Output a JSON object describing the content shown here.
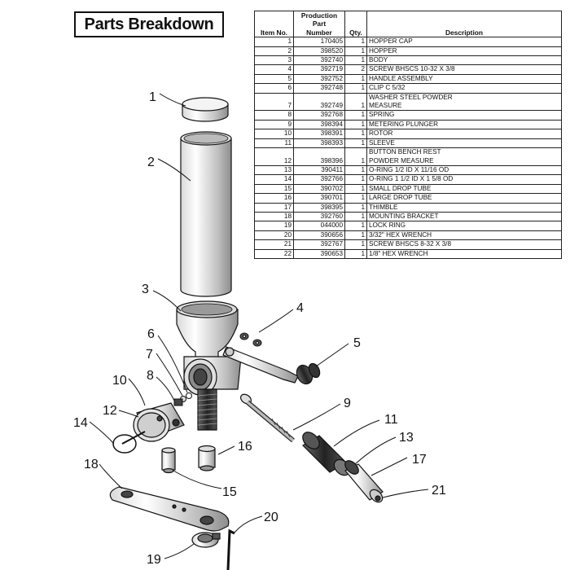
{
  "title": "Parts Breakdown",
  "table": {
    "headers": {
      "item": "Item No.",
      "part_line1": "Production Part",
      "part_line2": "Number",
      "qty": "Qty.",
      "desc": "Description"
    },
    "rows": [
      {
        "item": "1",
        "part": "170405",
        "qty": "1",
        "desc": "HOPPER CAP"
      },
      {
        "item": "2",
        "part": "398520",
        "qty": "1",
        "desc": "HOPPER"
      },
      {
        "item": "3",
        "part": "392740",
        "qty": "1",
        "desc": "BODY"
      },
      {
        "item": "4",
        "part": "392719",
        "qty": "2",
        "desc": "SCREW BHSCS 10-32 X 3/8"
      },
      {
        "item": "5",
        "part": "392752",
        "qty": "1",
        "desc": "HANDLE ASSEMBLY"
      },
      {
        "item": "6",
        "part": "392748",
        "qty": "1",
        "desc": "CLIP C 5/32"
      },
      {
        "item": "7",
        "part": "392749",
        "qty": "1",
        "desc": "WASHER STEEL POWDER MEASURE",
        "desc_line1": "WASHER STEEL POWDER",
        "desc_line2": "MEASURE"
      },
      {
        "item": "8",
        "part": "392768",
        "qty": "1",
        "desc": "SPRING"
      },
      {
        "item": "9",
        "part": "398394",
        "qty": "1",
        "desc": "METERING PLUNGER"
      },
      {
        "item": "10",
        "part": "398391",
        "qty": "1",
        "desc": "ROTOR"
      },
      {
        "item": "11",
        "part": "398393",
        "qty": "1",
        "desc": "SLEEVE"
      },
      {
        "item": "12",
        "part": "398396",
        "qty": "1",
        "desc": "BUTTON BENCH REST POWDER MEASURE",
        "desc_line1": "BUTTON BENCH REST",
        "desc_line2": "POWDER MEASURE"
      },
      {
        "item": "13",
        "part": "390411",
        "qty": "1",
        "desc": "O-RING 1/2 ID X 11/16 OD"
      },
      {
        "item": "14",
        "part": "392766",
        "qty": "1",
        "desc": "O-RING 1 1/2 ID X 1 5/8 OD"
      },
      {
        "item": "15",
        "part": "390702",
        "qty": "1",
        "desc": "SMALL DROP TUBE"
      },
      {
        "item": "16",
        "part": "390701",
        "qty": "1",
        "desc": "LARGE DROP TUBE"
      },
      {
        "item": "17",
        "part": "398395",
        "qty": "1",
        "desc": "THIMBLE"
      },
      {
        "item": "18",
        "part": "392760",
        "qty": "1",
        "desc": "MOUNTING BRACKET"
      },
      {
        "item": "19",
        "part": "044000",
        "qty": "1",
        "desc": "LOCK RING"
      },
      {
        "item": "20",
        "part": "390656",
        "qty": "1",
        "desc": "3/32\" HEX WRENCH"
      },
      {
        "item": "21",
        "part": "392767",
        "qty": "1",
        "desc": "SCREW BHSCS 8-32 X 3/8"
      },
      {
        "item": "22",
        "part": "390653",
        "qty": "1",
        "desc": "1/8\" HEX WRENCH"
      }
    ]
  },
  "callouts": [
    "1",
    "2",
    "3",
    "4",
    "5",
    "6",
    "7",
    "8",
    "9",
    "10",
    "11",
    "12",
    "13",
    "14",
    "15",
    "16",
    "17",
    "18",
    "19",
    "20",
    "21"
  ]
}
